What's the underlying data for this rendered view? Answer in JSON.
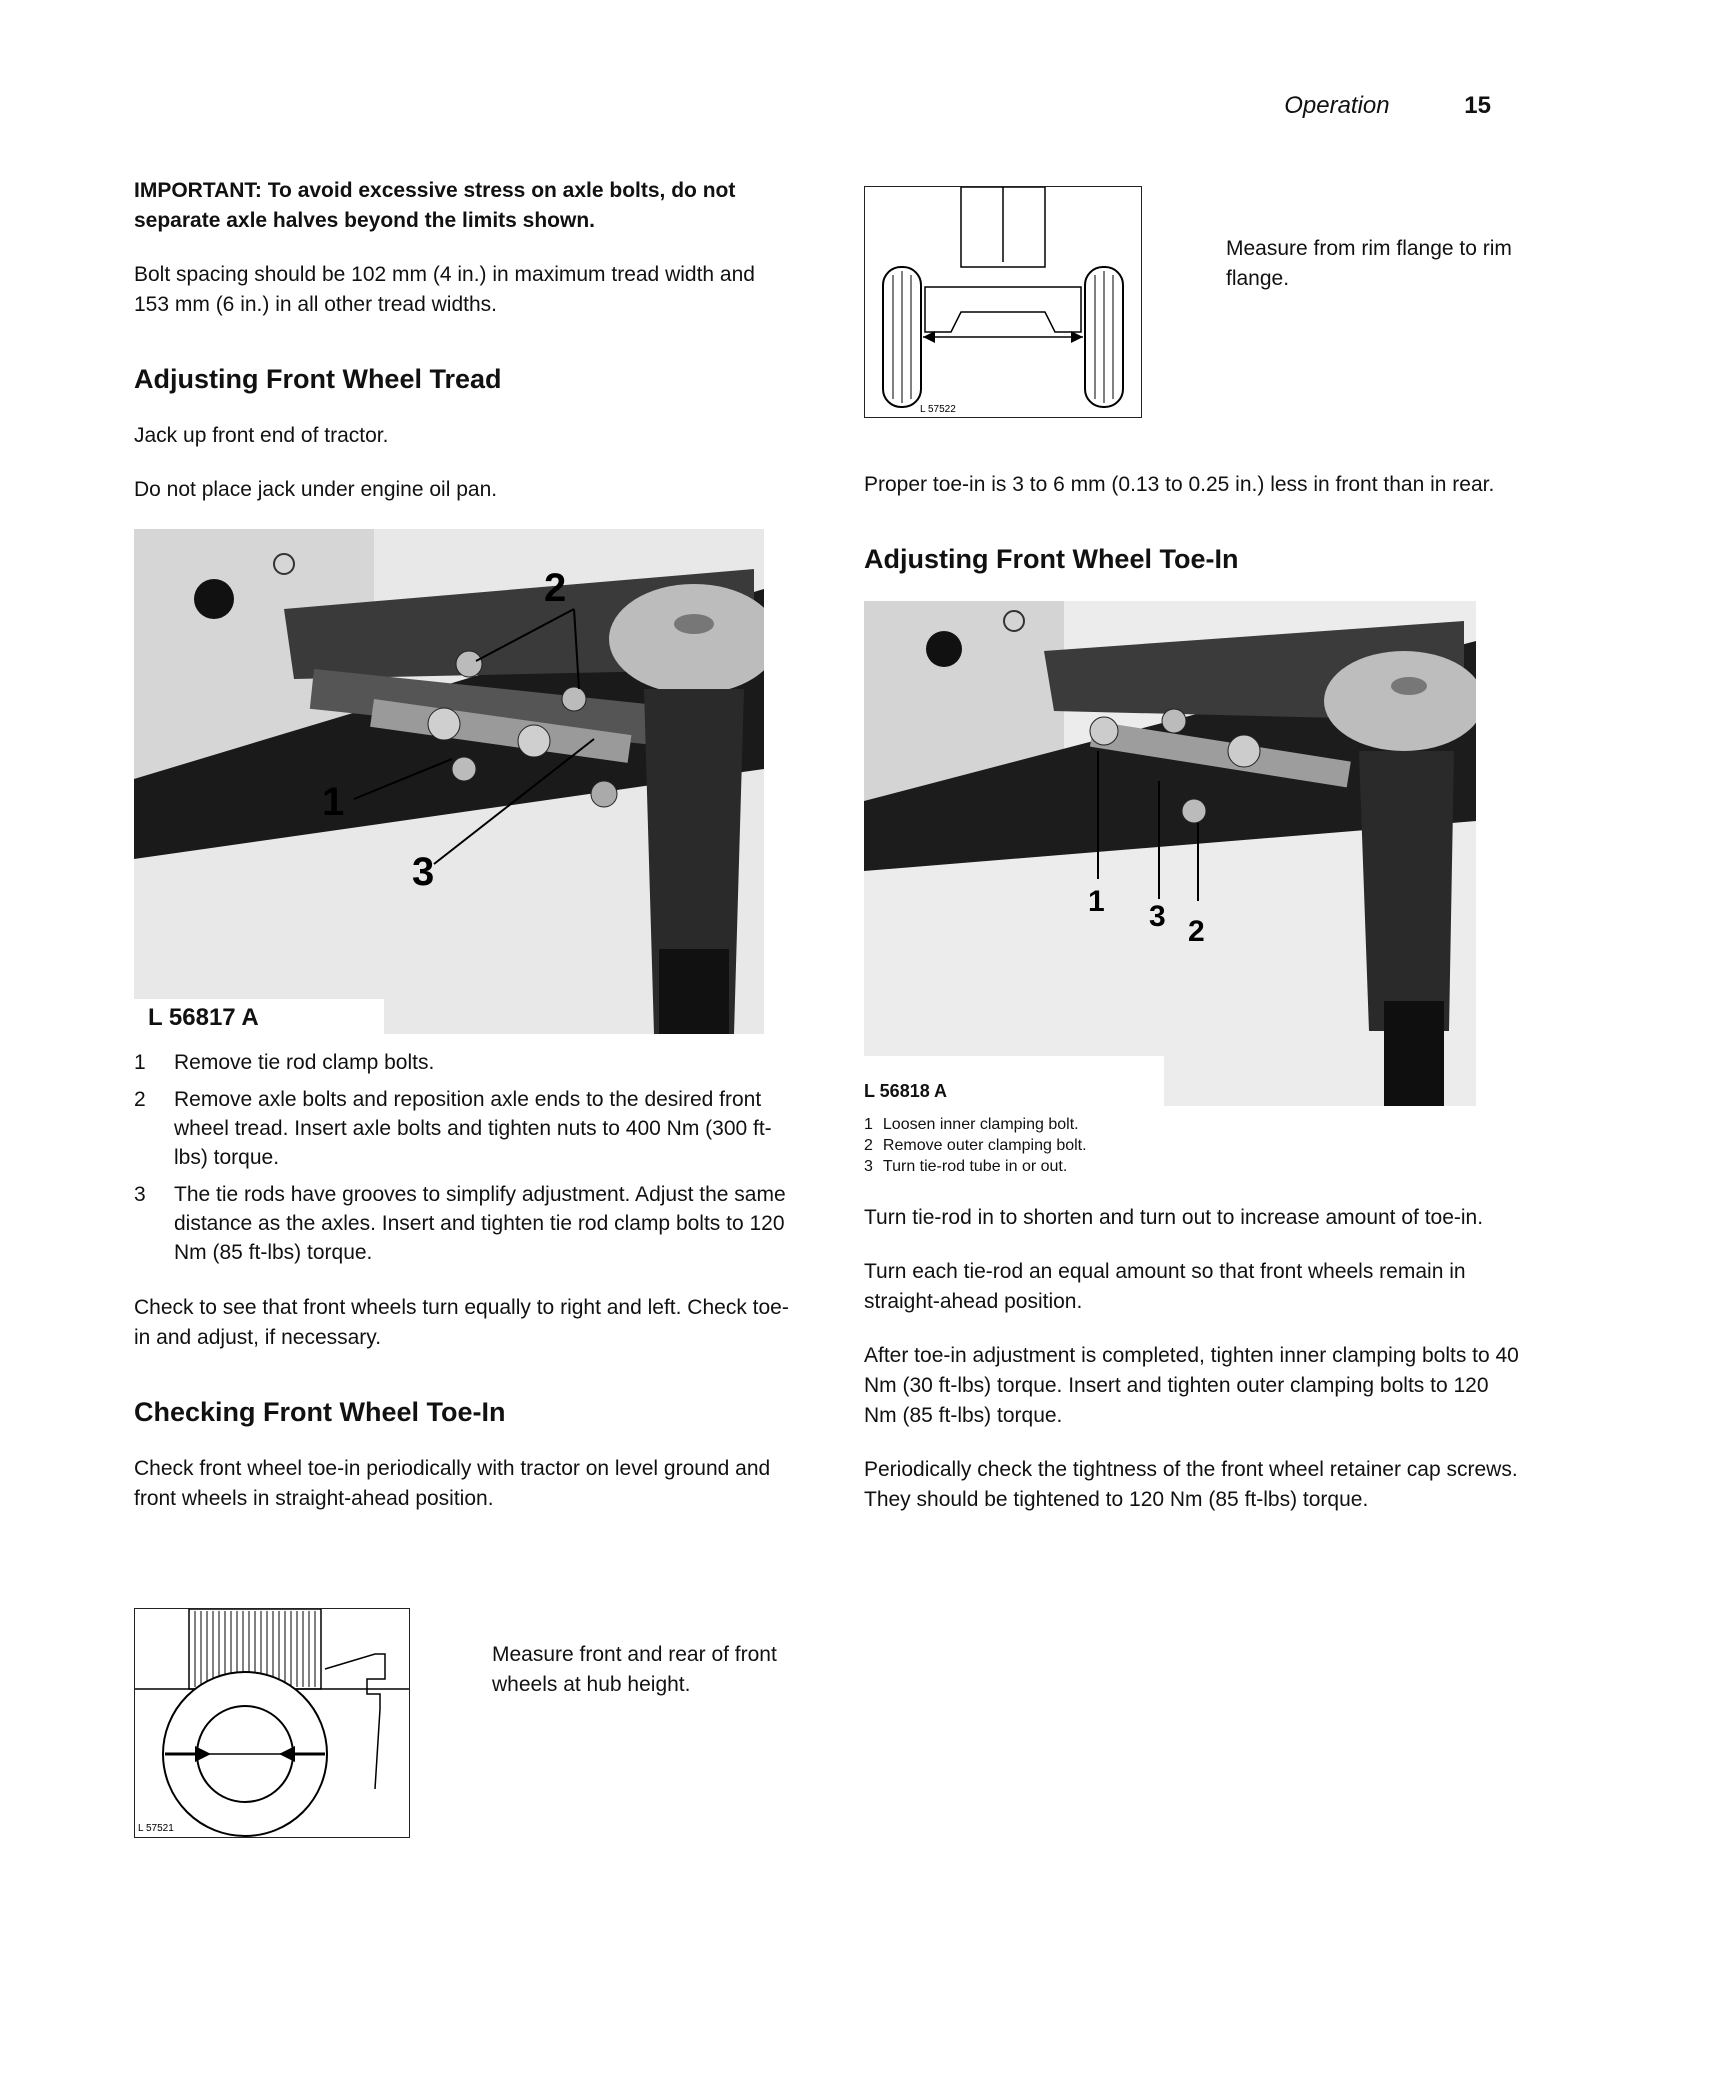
{
  "header": {
    "section": "Operation",
    "page_number": "15"
  },
  "left": {
    "important": "IMPORTANT: To avoid excessive stress on axle bolts, do not separate axle halves beyond the limits shown.",
    "bolt_spacing": "Bolt spacing should be 102 mm (4 in.) in maximum tread width and 153 mm (6 in.) in all other tread widths.",
    "heading_tread": "Adjusting Front Wheel Tread",
    "jack_up": "Jack up front end of tractor.",
    "no_jack": "Do not place jack under engine oil pan.",
    "figure1": {
      "code": "L 56817 A",
      "callouts": [
        "1",
        "2",
        "3"
      ]
    },
    "steps": [
      {
        "n": "1",
        "text": "Remove tie rod clamp bolts."
      },
      {
        "n": "2",
        "text": "Remove axle bolts and reposition axle ends to the desired front wheel tread. Insert axle bolts and tighten nuts to 400 Nm (300 ft-lbs) torque."
      },
      {
        "n": "3",
        "text": "The tie rods have grooves to simplify adjustment. Adjust the same distance as the axles. Insert and tighten tie rod clamp bolts to 120 Nm (85 ft-lbs) torque."
      }
    ],
    "check_turn": "Check to see that front wheels turn equally to right and left. Check toe-in and adjust, if necessary.",
    "heading_check": "Checking Front Wheel Toe-In",
    "check_periodic": "Check front wheel toe-in periodically with tractor on level ground and front wheels in straight-ahead position.",
    "hub_figure": {
      "code": "L 57521",
      "note": "Measure front and rear of front wheels at hub height."
    }
  },
  "right": {
    "rim_figure": {
      "code": "L 57522",
      "note": "Measure from rim flange to rim flange."
    },
    "proper_toein": "Proper toe-in is 3 to 6 mm (0.13 to 0.25 in.) less in front than in rear.",
    "heading_adjust": "Adjusting Front Wheel Toe-In",
    "figure2": {
      "code": "L 56818 A",
      "callouts": [
        "1",
        "3",
        "2"
      ]
    },
    "mini_steps": [
      {
        "n": "1",
        "text": "Loosen inner clamping bolt."
      },
      {
        "n": "2",
        "text": "Remove outer clamping bolt."
      },
      {
        "n": "3",
        "text": "Turn tie-rod tube in or out."
      }
    ],
    "turn_in": "Turn tie-rod in to shorten and turn out to increase amount of toe-in.",
    "turn_each": "Turn each tie-rod an equal amount so that front wheels remain in straight-ahead position.",
    "after": "After toe-in adjustment is completed, tighten inner clamping bolts to 40 Nm (30 ft-lbs) torque. Insert and tighten outer clamping bolts to 120 Nm (85 ft-lbs) torque.",
    "periodically": "Periodically check the tightness of the front wheel retainer cap screws. They should be tightened to 120 Nm (85 ft-lbs) torque."
  }
}
